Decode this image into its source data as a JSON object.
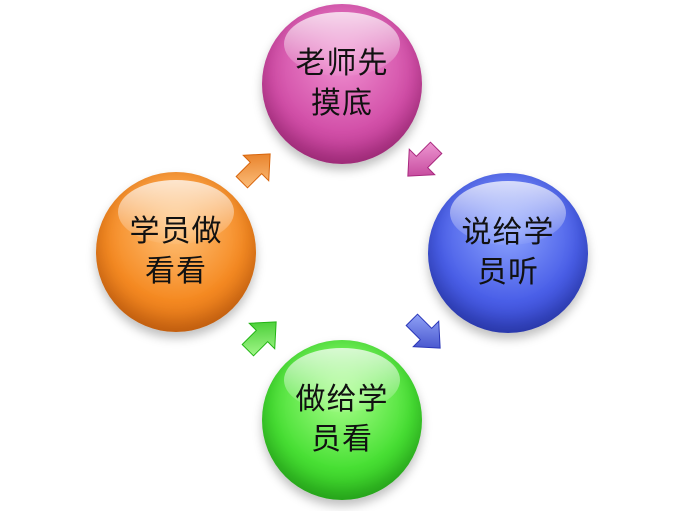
{
  "nodes": {
    "top": {
      "label": "老师先摸底",
      "color": "#d24fa8"
    },
    "right": {
      "label": "说给学员听",
      "color": "#4a5fe8"
    },
    "bottom": {
      "label": "做给学员看",
      "color": "#48e034"
    },
    "left": {
      "label": "学员做看看",
      "color": "#f58a22"
    }
  },
  "arrows": {
    "top_to_right": {
      "icon": "arrow-down-right-icon",
      "color": "#d24fa8"
    },
    "right_to_bottom": {
      "icon": "arrow-down-left-icon",
      "color": "#4a5fe8"
    },
    "bottom_to_left": {
      "icon": "arrow-up-left-icon",
      "color": "#48e034"
    },
    "left_to_top": {
      "icon": "arrow-up-right-icon",
      "color": "#f58a22"
    }
  }
}
